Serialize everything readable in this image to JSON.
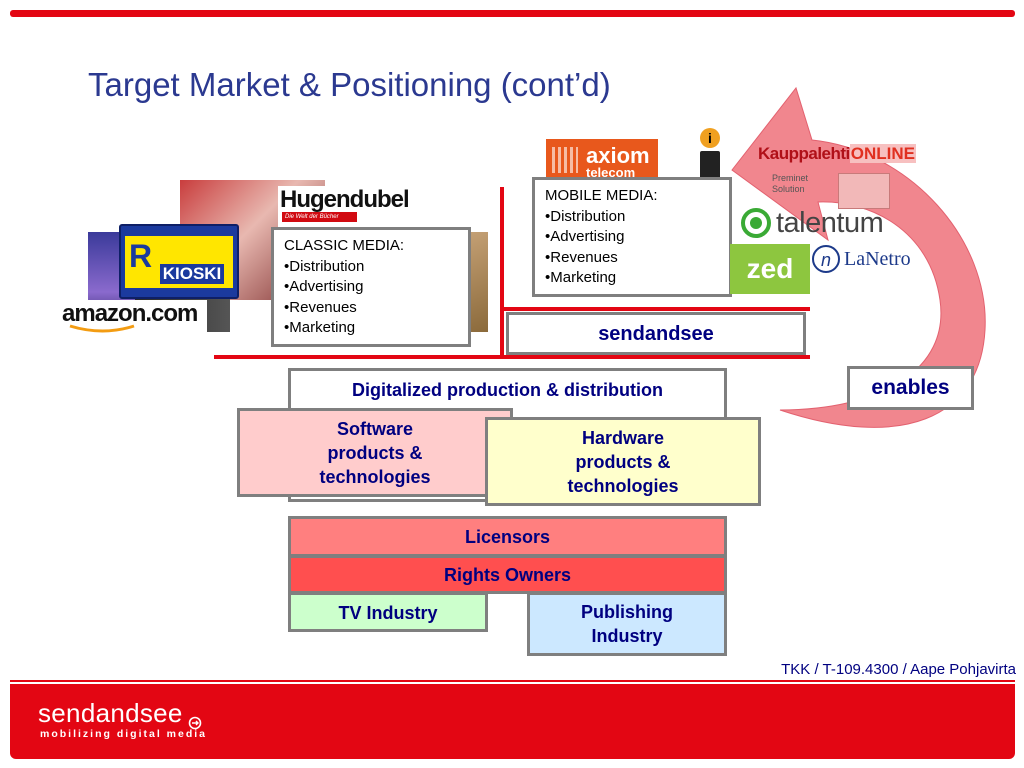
{
  "slide": {
    "title": "Target Market & Positioning (cont’d)",
    "credit": "TKK / T-109.4300 / Aape Pohjavirta"
  },
  "classic_media": {
    "heading": "CLASSIC MEDIA:",
    "items": [
      "Distribution",
      "Advertising",
      "Revenues",
      "Marketing"
    ]
  },
  "mobile_media": {
    "heading": "MOBILE MEDIA:",
    "items": [
      "Distribution",
      "Advertising",
      "Revenues",
      "Marketing"
    ]
  },
  "boxes": {
    "sendandsee": "sendandsee",
    "enables": "enables",
    "digitalized": "Digitalized production & distribution",
    "software": "Software products & technologies",
    "hardware": "Hardware products & technologies",
    "licensors": "Licensors",
    "rights_owners": "Rights Owners",
    "tv_industry": "TV Industry",
    "publishing": "Publishing Industry"
  },
  "logos": {
    "hugendubel": "Hugendubel",
    "hugendubel_tag": "Die Welt der Bücher",
    "rkioski": "KIOSKI",
    "amazon": "amazon.com",
    "axiom": "axiom",
    "axiom_sub": "telecom",
    "kauppalehti": "Kauppalehti",
    "kauppalehti_online": "ONLINE",
    "preminet": "Preminet Solution",
    "talentum": "talentum",
    "lanetro": "LaNetro",
    "zed": "zed"
  },
  "footer": {
    "brand": "sendandsee",
    "tagline": "mobilizing digital media"
  },
  "colors": {
    "accent_red": "#e30613",
    "title_blue": "#2b3990",
    "box_text_navy": "#000080",
    "software_fill": "#ffcccc",
    "hardware_fill": "#ffffcc",
    "licensors_fill": "#ff7f7f",
    "rights_fill": "#ff4f4f",
    "tv_fill": "#ccffcc",
    "publishing_fill": "#cce8ff"
  }
}
